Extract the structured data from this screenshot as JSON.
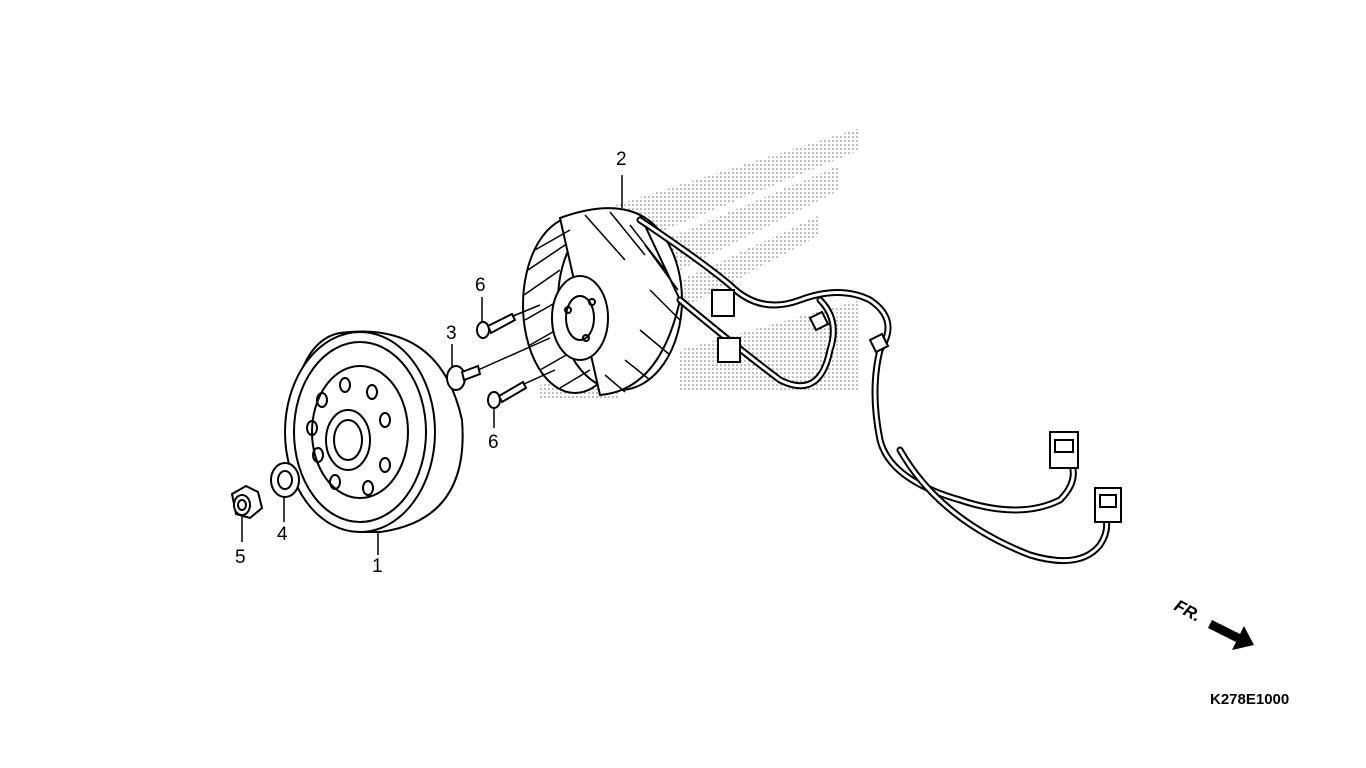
{
  "diagram": {
    "parts": [
      {
        "number": "1",
        "name_icon": "flywheel-rotor-icon"
      },
      {
        "number": "2",
        "name_icon": "stator-coil-icon"
      },
      {
        "number": "3",
        "name_icon": "washer-bolt-icon"
      },
      {
        "number": "4",
        "name_icon": "washer-icon"
      },
      {
        "number": "5",
        "name_icon": "nut-icon"
      },
      {
        "number": "6",
        "name_icon": "bolt-icon"
      }
    ],
    "labels": {
      "part1": "1",
      "part2": "2",
      "part3": "3",
      "part4": "4",
      "part5": "5",
      "part6_top": "6",
      "part6_bottom": "6"
    },
    "front_indicator": "FR.",
    "drawing_code": "K278E1000"
  }
}
